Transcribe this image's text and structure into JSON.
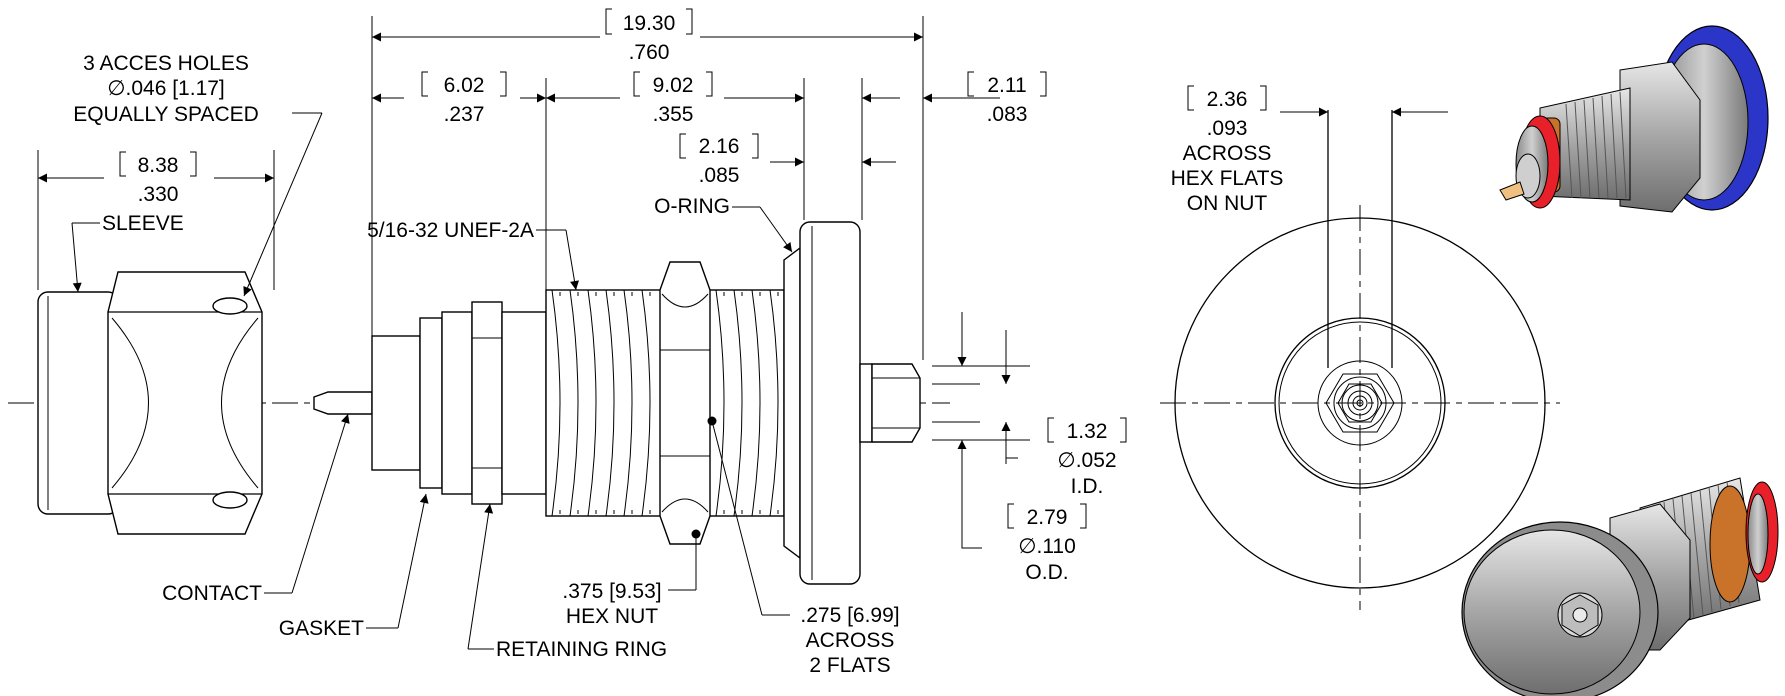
{
  "dims": {
    "overall": {
      "mm": "19.30",
      "in": ".760"
    },
    "d602": {
      "mm": "6.02",
      "in": ".237"
    },
    "d902": {
      "mm": "9.02",
      "in": ".355"
    },
    "d211": {
      "mm": "2.11",
      "in": ".083"
    },
    "d216": {
      "mm": "2.16",
      "in": ".085"
    },
    "sleeve": {
      "mm": "8.38",
      "in": ".330"
    },
    "hexnut_flats": {
      "mm": "2.36",
      "in": ".093"
    },
    "id": {
      "mm": "1.32",
      "in": "∅.052",
      "note": "I.D."
    },
    "od": {
      "mm": "2.79",
      "in": "∅.110",
      "note": "O.D."
    }
  },
  "notes": {
    "holes": [
      "3 ACCES HOLES",
      "∅.046 [1.17]",
      "EQUALLY SPACED"
    ],
    "sleeve": "SLEEVE",
    "thread": "5/16-32 UNEF-2A",
    "oring": "O-RING",
    "contact": "CONTACT",
    "gasket": "GASKET",
    "retaining_ring": "RETAINING RING",
    "hex_nut": [
      ".375 [9.53]",
      "HEX NUT"
    ],
    "flats": [
      ".275 [6.99]",
      "ACROSS",
      "2 FLATS"
    ],
    "hex_flats_note": [
      "ACROSS",
      "HEX FLATS",
      "ON NUT"
    ]
  },
  "colors": {
    "red_band": "#e8202a",
    "blue_band": "#2b35c8",
    "orange_band": "#c8722a",
    "metal": "#a9a9a9"
  }
}
